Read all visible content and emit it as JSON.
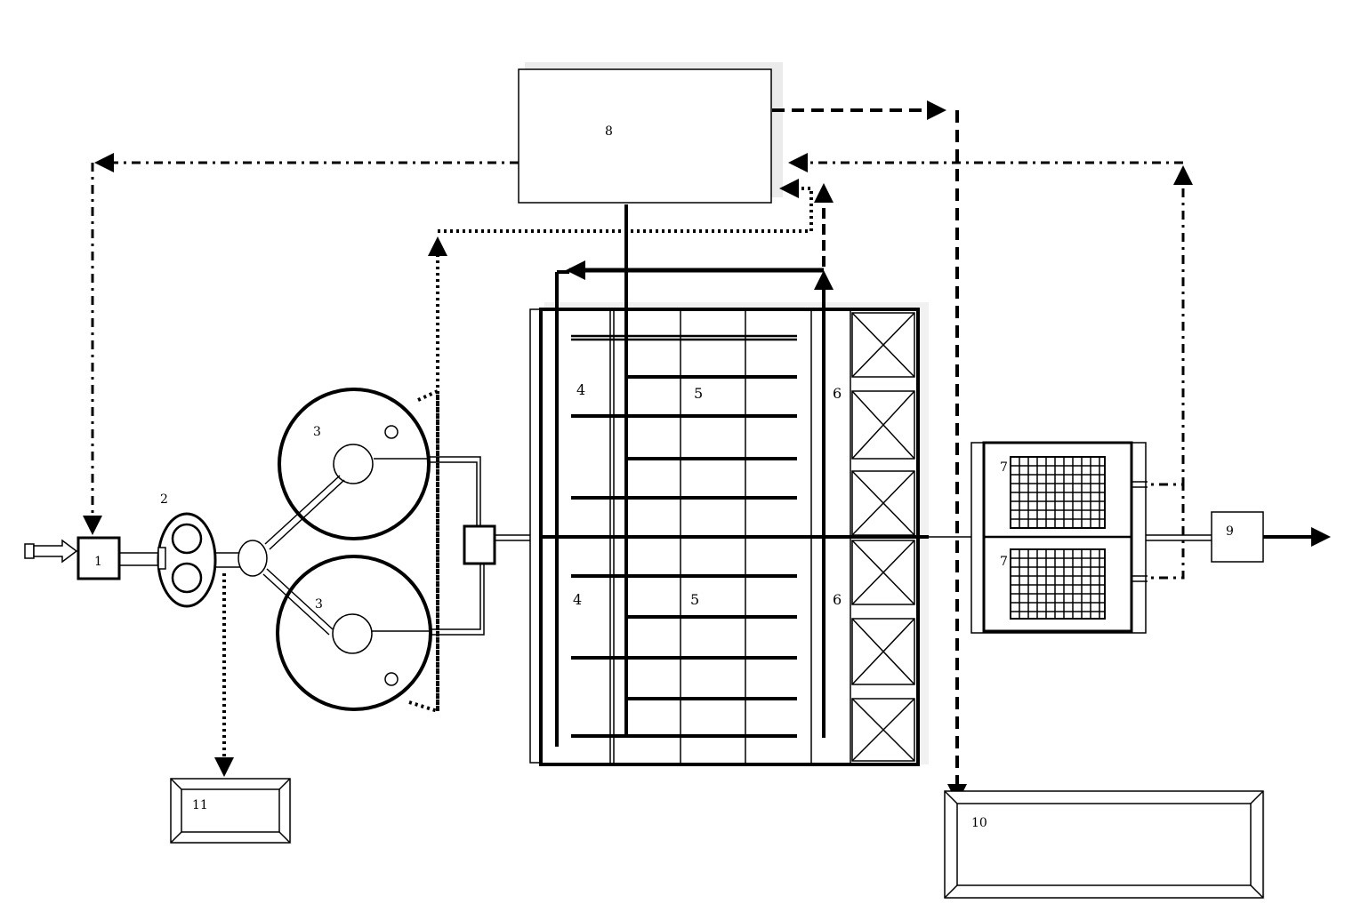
{
  "labels": {
    "unit_1": "1",
    "unit_2": "2",
    "unit_3_top": "3",
    "unit_3_bottom": "3",
    "unit_4_top": "4",
    "unit_4_bottom": "4",
    "unit_5_top": "5",
    "unit_5_bottom": "5",
    "unit_6_top": "6",
    "unit_6_bottom": "6",
    "unit_7_top": "7",
    "unit_7_bottom": "7",
    "unit_8": "8",
    "unit_9": "9",
    "unit_10": "10",
    "unit_11": "11"
  }
}
